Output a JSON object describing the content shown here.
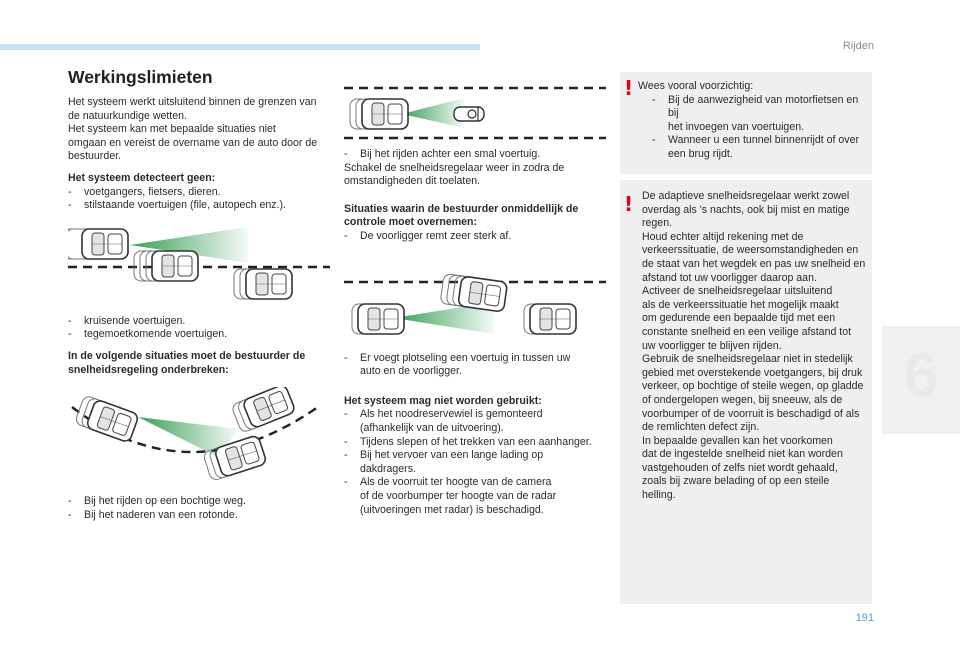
{
  "header": {
    "section": "Rijden"
  },
  "footer": {
    "page_number": "191"
  },
  "chapter_tab": {
    "number": "6"
  },
  "col1": {
    "title": "Werkingslimieten",
    "intro": [
      "Het systeem werkt uitsluitend binnen de grenzen van",
      "de natuurkundige wetten.",
      "Het systeem kan met bepaalde situaties niet",
      "omgaan en vereist de overname van de auto door de",
      "bestuurder."
    ],
    "not_detected_heading": "Het systeem detecteert geen:",
    "not_detected_items": [
      "voetgangers, fietsers, dieren.",
      "stilstaande voertuigen (file, autopech enz.)."
    ],
    "fig1_caption_items": [
      "kruisende voertuigen.",
      "tegemoetkomende voertuigen."
    ],
    "interrupt_heading_lines": [
      "In de volgende situaties moet de bestuurder de",
      "snelheidsregeling onderbreken:"
    ],
    "fig2_caption_items": [
      "Bij het rijden op een bochtige weg.",
      "Bij het naderen van een rotonde."
    ]
  },
  "col2": {
    "fig3_caption_item": "Bij het rijden achter een smal voertuig.",
    "fig3_caption_text": [
      "Schakel de snelheidsregelaar weer in zodra de",
      "omstandigheden dit toelaten."
    ],
    "immediate_heading_lines": [
      "Situaties waarin de bestuurder onmiddellijk de",
      "controle moet overnemen:"
    ],
    "immediate_items": [
      "De voorligger remt zeer sterk af."
    ],
    "fig4_caption_lines": [
      "Er voegt plotseling een voertuig in tussen uw",
      "auto en de voorligger."
    ],
    "not_use_heading": "Het systeem mag niet worden gebruikt:",
    "not_use_items": [
      [
        "Als het noodreservewiel is gemonteerd",
        "(afhankelijk van de uitvoering)."
      ],
      [
        "Tijdens slepen of het trekken van een aanhanger."
      ],
      [
        "Bij het vervoer van een lange lading op",
        "dakdragers."
      ],
      [
        "Als de voorruit ter hoogte van de camera",
        "of de voorbumper ter hoogte van de radar",
        "(uitvoeringen met radar) is beschadigd."
      ]
    ]
  },
  "col3": {
    "warning1_heading": "Wees vooral voorzichtig:",
    "warning1_items": [
      [
        "Bij de aanwezigheid van motorfietsen en bij",
        "het invoegen van voertuigen."
      ],
      [
        "Wanneer u een tunnel binnenrijdt of over",
        "een brug rijdt."
      ]
    ],
    "warning2_lines": [
      "De adaptieve snelheidsregelaar werkt zowel",
      "overdag als 's nachts, ook bij mist en matige",
      "regen.",
      "Houd echter altijd rekening met de",
      "verkeerssituatie, de weersomstandigheden en",
      "de staat van het wegdek en pas uw snelheid en",
      "afstand tot uw voorligger daarop aan.",
      "Activeer de snelheidsregelaar uitsluitend",
      "als de verkeerssituatie het mogelijk maakt",
      "om gedurende een bepaalde tijd met een",
      "constante snelheid en een veilige afstand tot",
      "uw voorligger te blijven rijden.",
      "Gebruik de snelheidsregelaar niet in stedelijk",
      "gebied met overstekende voetgangers, bij druk",
      "verkeer, op bochtige of steile wegen, op gladde",
      "of ondergelopen wegen, bij sneeuw, als de",
      "voorbumper of de voorruit is beschadigd of als",
      "de remlichten defect zijn.",
      "In bepaalde gevallen kan het voorkomen",
      "dat de ingestelde snelheid niet kan worden",
      "vastgehouden of zelfs niet wordt gehaald,",
      "zoals bij zware belading of op een steile",
      "helling."
    ],
    "warning_icon_glyph": "!"
  },
  "colors": {
    "topbar": "#c4e3f2",
    "warning_box": "#efefef",
    "warning_icon": "#e2001a",
    "radar_beam": "#3aa35a",
    "page_number": "#4aa0cf"
  },
  "icons": [
    "warning-icon",
    "car-icon",
    "motorcycle-icon",
    "radar-beam"
  ]
}
